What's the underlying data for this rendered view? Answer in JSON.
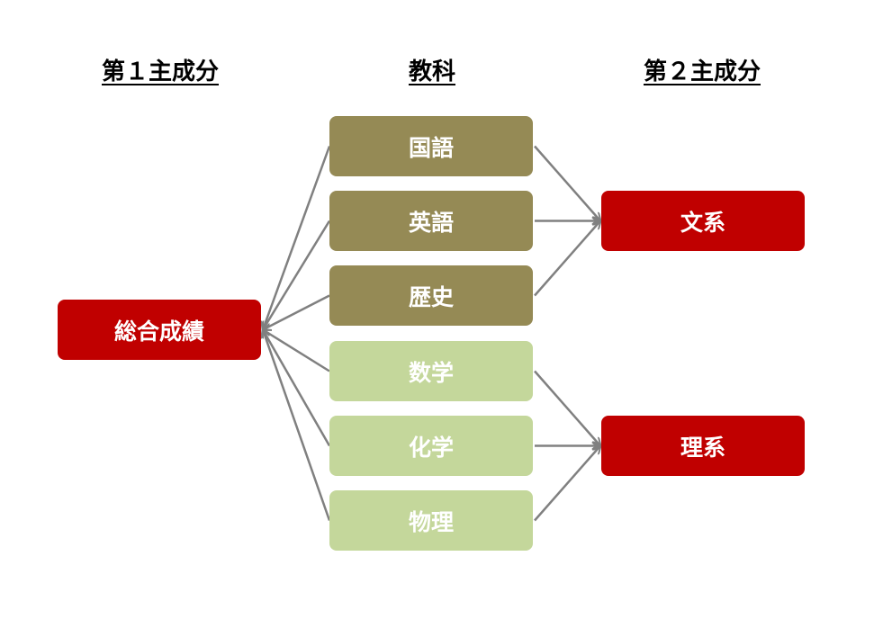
{
  "headings": {
    "pc1": "第１主成分",
    "subjects": "教科",
    "pc2": "第２主成分"
  },
  "pc1": {
    "label": "総合成績"
  },
  "subjects": [
    {
      "label": "国語",
      "group": "humanities"
    },
    {
      "label": "英語",
      "group": "humanities"
    },
    {
      "label": "歴史",
      "group": "humanities"
    },
    {
      "label": "数学",
      "group": "science"
    },
    {
      "label": "化学",
      "group": "science"
    },
    {
      "label": "物理",
      "group": "science"
    }
  ],
  "pc2": [
    {
      "label": "文系"
    },
    {
      "label": "理系"
    }
  ],
  "colors": {
    "pc_box": "#c00000",
    "humanities_box": "#958a55",
    "science_box": "#c4d79b",
    "arrow": "#808080",
    "text": "#ffffff",
    "heading_text": "#000000"
  }
}
